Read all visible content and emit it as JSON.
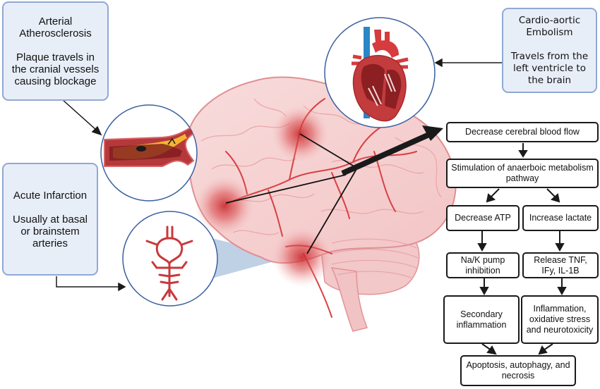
{
  "left_boxes": {
    "atherosclerosis": {
      "title": "Arterial Atherosclerosis",
      "description": "Plaque travels in the cranial vessels causing blockage"
    },
    "infarction": {
      "title": "Acute Infarction",
      "description": "Usually at basal or brainstem arteries"
    }
  },
  "right_box": {
    "embolism": {
      "title": "Cardio-aortic Embolism",
      "description": "Travels from the left ventricle to the brain"
    }
  },
  "illustrations": {
    "vessel": "atherosclerotic-artery-icon",
    "heart": "heart-cross-section-icon",
    "arteries": "circle-of-willis-icon",
    "brain": "brain-with-vasculature-icon"
  },
  "flowchart": {
    "step1": "Decrease cerebral blood flow",
    "step2": "Stimulation of anaerboic metabolism pathway",
    "step3_left": "Decrease ATP",
    "step3_right": "Increase lactate",
    "step4_left": "Na/K pump inhibition",
    "step4_right": "Release TNF, IFy, IL-1B",
    "step5_left": "Secondary inflammation",
    "step5_right": "Inflammation, oxidative stress and neurotoxicity",
    "step6": "Apoptosis, autophagy, and necrosis"
  },
  "colors": {
    "box_fill": "#e8eef8",
    "box_border": "#8fa9d4",
    "circle_border": "#3a5fa0",
    "brain_fill": "#f6cfd0",
    "vessel_red": "#d9403f",
    "callout_blue": "#a9c2dc"
  }
}
